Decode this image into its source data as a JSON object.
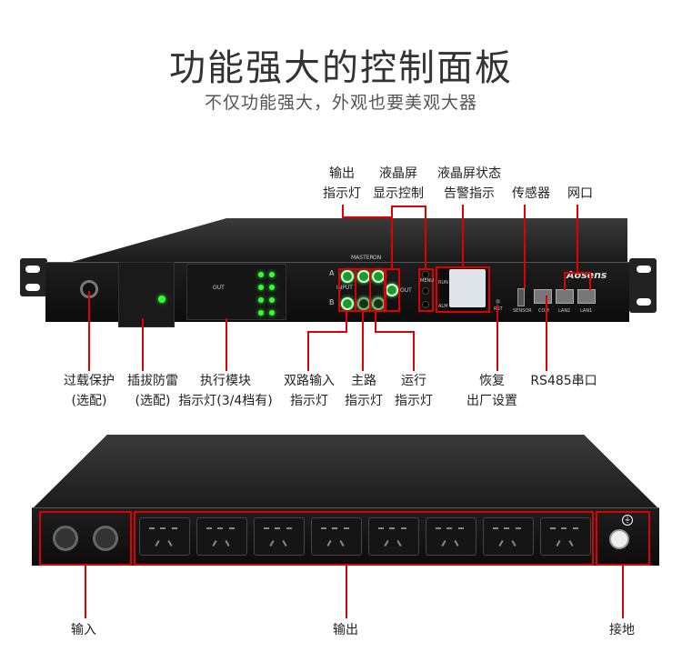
{
  "title": "功能强大的控制面板",
  "subtitle": "不仅功能强大，外观也要美观大器",
  "top_labels": {
    "output_led": [
      "输出",
      "指示灯"
    ],
    "lcd_control": [
      "液晶屏",
      "显示控制"
    ],
    "lcd_status": [
      "液晶屏状态",
      "告警指示"
    ],
    "sensor": "传感器",
    "network": "网口"
  },
  "bottom_labels": {
    "overload": [
      "过载保护",
      "(选配)"
    ],
    "surge": [
      "插拔防雷",
      "(选配)"
    ],
    "module": [
      "执行模块",
      "指示灯(3/4档有)"
    ],
    "dual_input": [
      "双路输入",
      "指示灯"
    ],
    "main": [
      "主路",
      "指示灯"
    ],
    "run": [
      "运行",
      "指示灯"
    ],
    "reset": [
      "恢复",
      "出厂设置"
    ],
    "rs485": "RS485串口"
  },
  "panel": {
    "brand": "Aosens",
    "a": "A",
    "b": "B",
    "input": "INPUT",
    "master": "MASTER",
    "on": "ON",
    "out": "OUT",
    "module_out": "OUT",
    "menu": "MENU",
    "run": "RUN",
    "alm": "ALM",
    "rst": "RST",
    "sensor": "SENSOR",
    "com": "COM",
    "lan2": "LAN2",
    "lan1": "LAN1"
  },
  "rear_labels": {
    "input": "输入",
    "output": "输出",
    "ground": "接地"
  }
}
